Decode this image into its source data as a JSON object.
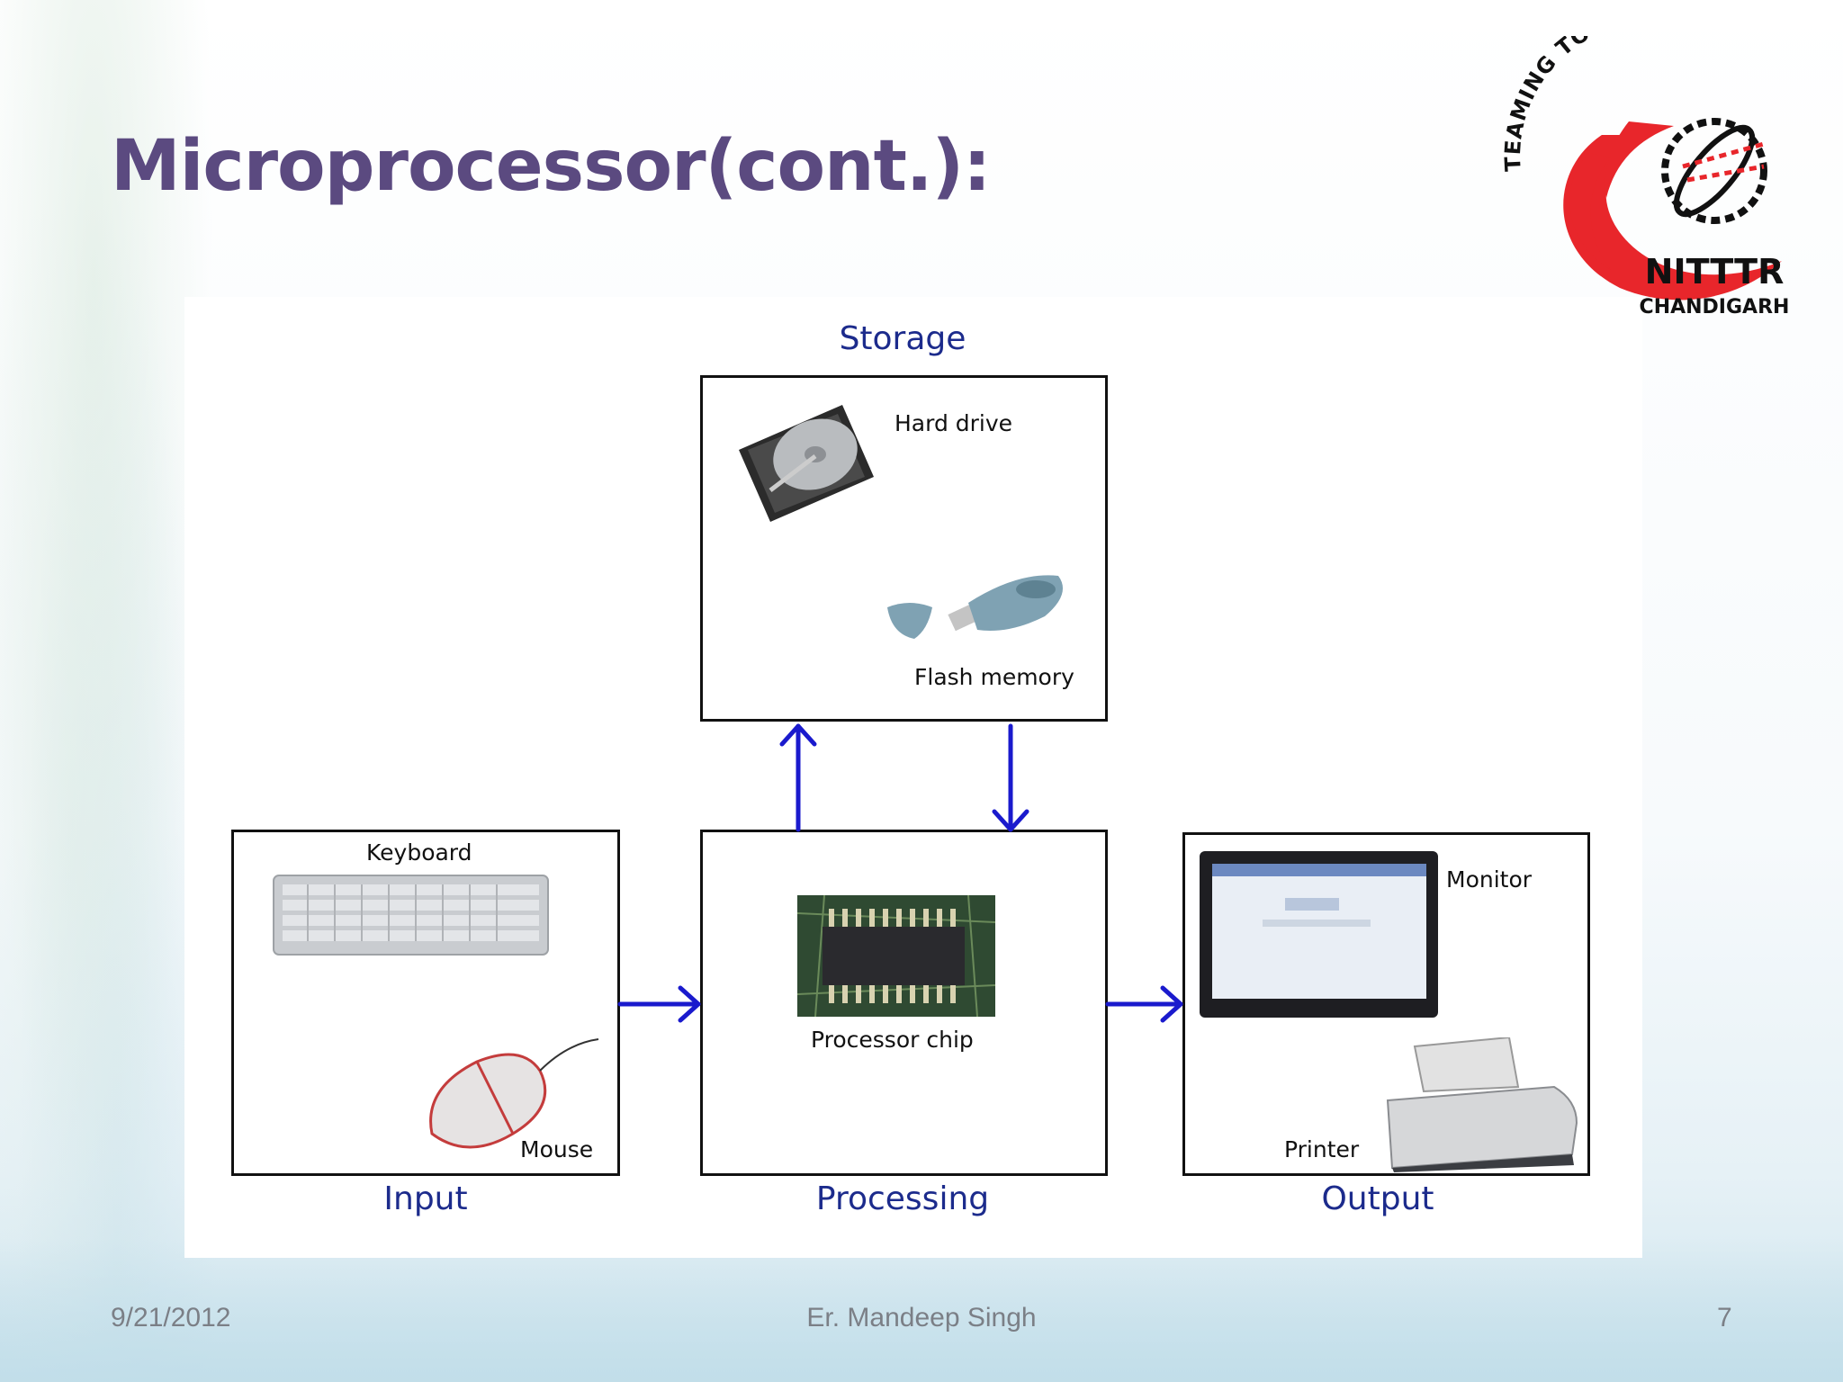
{
  "slide": {
    "title": "Microprocessor(cont.):",
    "footer": {
      "date": "9/21/2012",
      "author": "Er. Mandeep Singh",
      "page": "7"
    }
  },
  "logo": {
    "top_text": "TEAMING TOGETHER",
    "name": "NITTTR",
    "city": "CHANDIGARH"
  },
  "diagram": {
    "storage": {
      "title": "Storage",
      "items": [
        "Hard drive",
        "Flash memory"
      ]
    },
    "input": {
      "title": "Input",
      "items": [
        "Keyboard",
        "Mouse"
      ]
    },
    "processing": {
      "title": "Processing",
      "items": [
        "Processor chip"
      ]
    },
    "output": {
      "title": "Output",
      "items": [
        "Monitor",
        "Printer"
      ]
    },
    "arrow_color": "#1a1acd"
  }
}
